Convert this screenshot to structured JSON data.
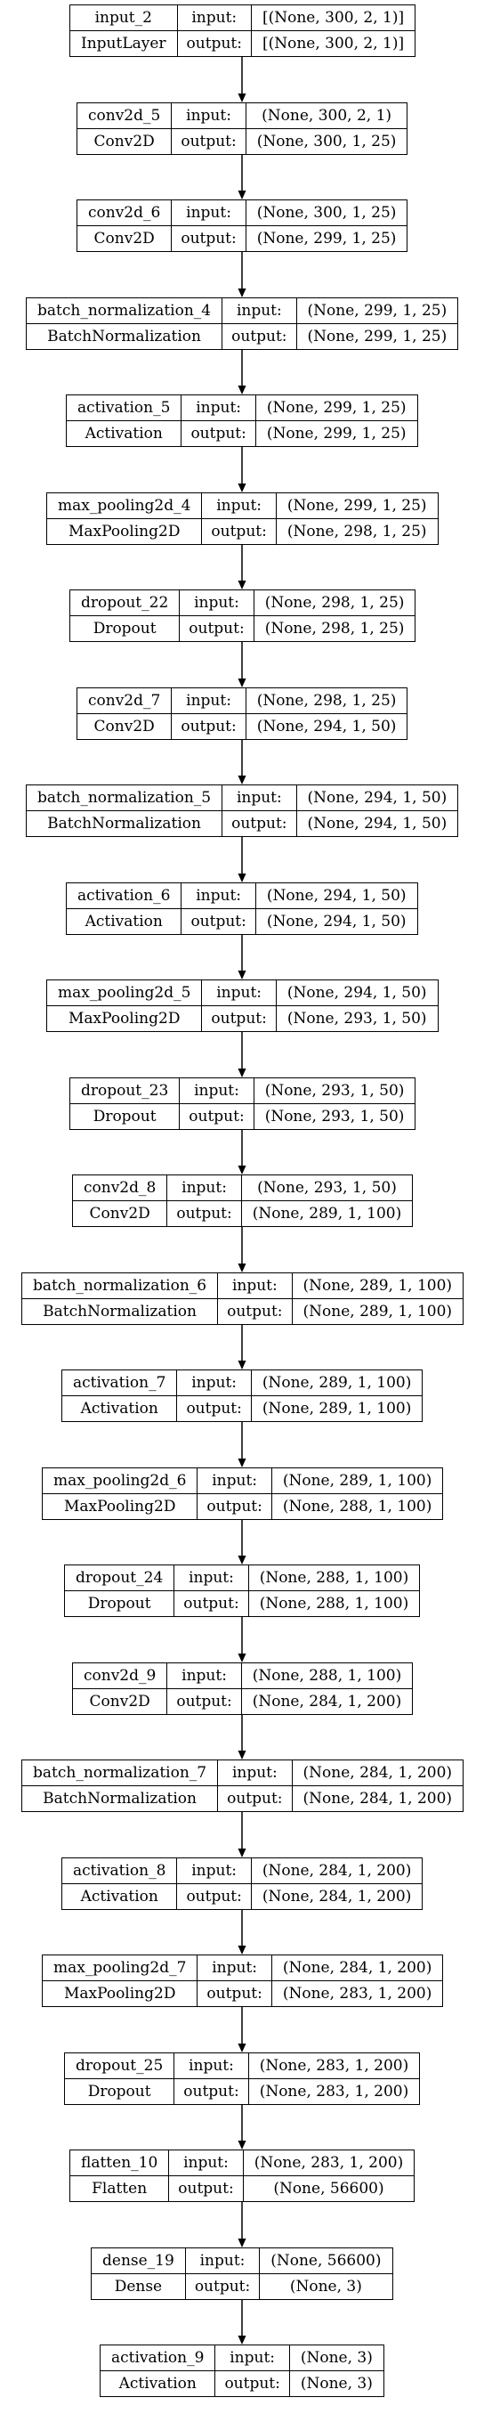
{
  "labels": {
    "input": "input:",
    "output": "output:"
  },
  "layers": [
    {
      "name": "input_2",
      "type": "InputLayer",
      "input": "[(None, 300, 2, 1)]",
      "output": "[(None, 300, 2, 1)]"
    },
    {
      "name": "conv2d_5",
      "type": "Conv2D",
      "input": "(None, 300, 2, 1)",
      "output": "(None, 300, 1, 25)"
    },
    {
      "name": "conv2d_6",
      "type": "Conv2D",
      "input": "(None, 300, 1, 25)",
      "output": "(None, 299, 1, 25)"
    },
    {
      "name": "batch_normalization_4",
      "type": "BatchNormalization",
      "input": "(None, 299, 1, 25)",
      "output": "(None, 299, 1, 25)"
    },
    {
      "name": "activation_5",
      "type": "Activation",
      "input": "(None, 299, 1, 25)",
      "output": "(None, 299, 1, 25)"
    },
    {
      "name": "max_pooling2d_4",
      "type": "MaxPooling2D",
      "input": "(None, 299, 1, 25)",
      "output": "(None, 298, 1, 25)"
    },
    {
      "name": "dropout_22",
      "type": "Dropout",
      "input": "(None, 298, 1, 25)",
      "output": "(None, 298, 1, 25)"
    },
    {
      "name": "conv2d_7",
      "type": "Conv2D",
      "input": "(None, 298, 1, 25)",
      "output": "(None, 294, 1, 50)"
    },
    {
      "name": "batch_normalization_5",
      "type": "BatchNormalization",
      "input": "(None, 294, 1, 50)",
      "output": "(None, 294, 1, 50)"
    },
    {
      "name": "activation_6",
      "type": "Activation",
      "input": "(None, 294, 1, 50)",
      "output": "(None, 294, 1, 50)"
    },
    {
      "name": "max_pooling2d_5",
      "type": "MaxPooling2D",
      "input": "(None, 294, 1, 50)",
      "output": "(None, 293, 1, 50)"
    },
    {
      "name": "dropout_23",
      "type": "Dropout",
      "input": "(None, 293, 1, 50)",
      "output": "(None, 293, 1, 50)"
    },
    {
      "name": "conv2d_8",
      "type": "Conv2D",
      "input": "(None, 293, 1, 50)",
      "output": "(None, 289, 1, 100)"
    },
    {
      "name": "batch_normalization_6",
      "type": "BatchNormalization",
      "input": "(None, 289, 1, 100)",
      "output": "(None, 289, 1, 100)"
    },
    {
      "name": "activation_7",
      "type": "Activation",
      "input": "(None, 289, 1, 100)",
      "output": "(None, 289, 1, 100)"
    },
    {
      "name": "max_pooling2d_6",
      "type": "MaxPooling2D",
      "input": "(None, 289, 1, 100)",
      "output": "(None, 288, 1, 100)"
    },
    {
      "name": "dropout_24",
      "type": "Dropout",
      "input": "(None, 288, 1, 100)",
      "output": "(None, 288, 1, 100)"
    },
    {
      "name": "conv2d_9",
      "type": "Conv2D",
      "input": "(None, 288, 1, 100)",
      "output": "(None, 284, 1, 200)"
    },
    {
      "name": "batch_normalization_7",
      "type": "BatchNormalization",
      "input": "(None, 284, 1, 200)",
      "output": "(None, 284, 1, 200)"
    },
    {
      "name": "activation_8",
      "type": "Activation",
      "input": "(None, 284, 1, 200)",
      "output": "(None, 284, 1, 200)"
    },
    {
      "name": "max_pooling2d_7",
      "type": "MaxPooling2D",
      "input": "(None, 284, 1, 200)",
      "output": "(None, 283, 1, 200)"
    },
    {
      "name": "dropout_25",
      "type": "Dropout",
      "input": "(None, 283, 1, 200)",
      "output": "(None, 283, 1, 200)"
    },
    {
      "name": "flatten_10",
      "type": "Flatten",
      "input": "(None, 283, 1, 200)",
      "output": "(None, 56600)"
    },
    {
      "name": "dense_19",
      "type": "Dense",
      "input": "(None, 56600)",
      "output": "(None, 3)"
    },
    {
      "name": "activation_9",
      "type": "Activation",
      "input": "(None, 3)",
      "output": "(None, 3)"
    }
  ]
}
